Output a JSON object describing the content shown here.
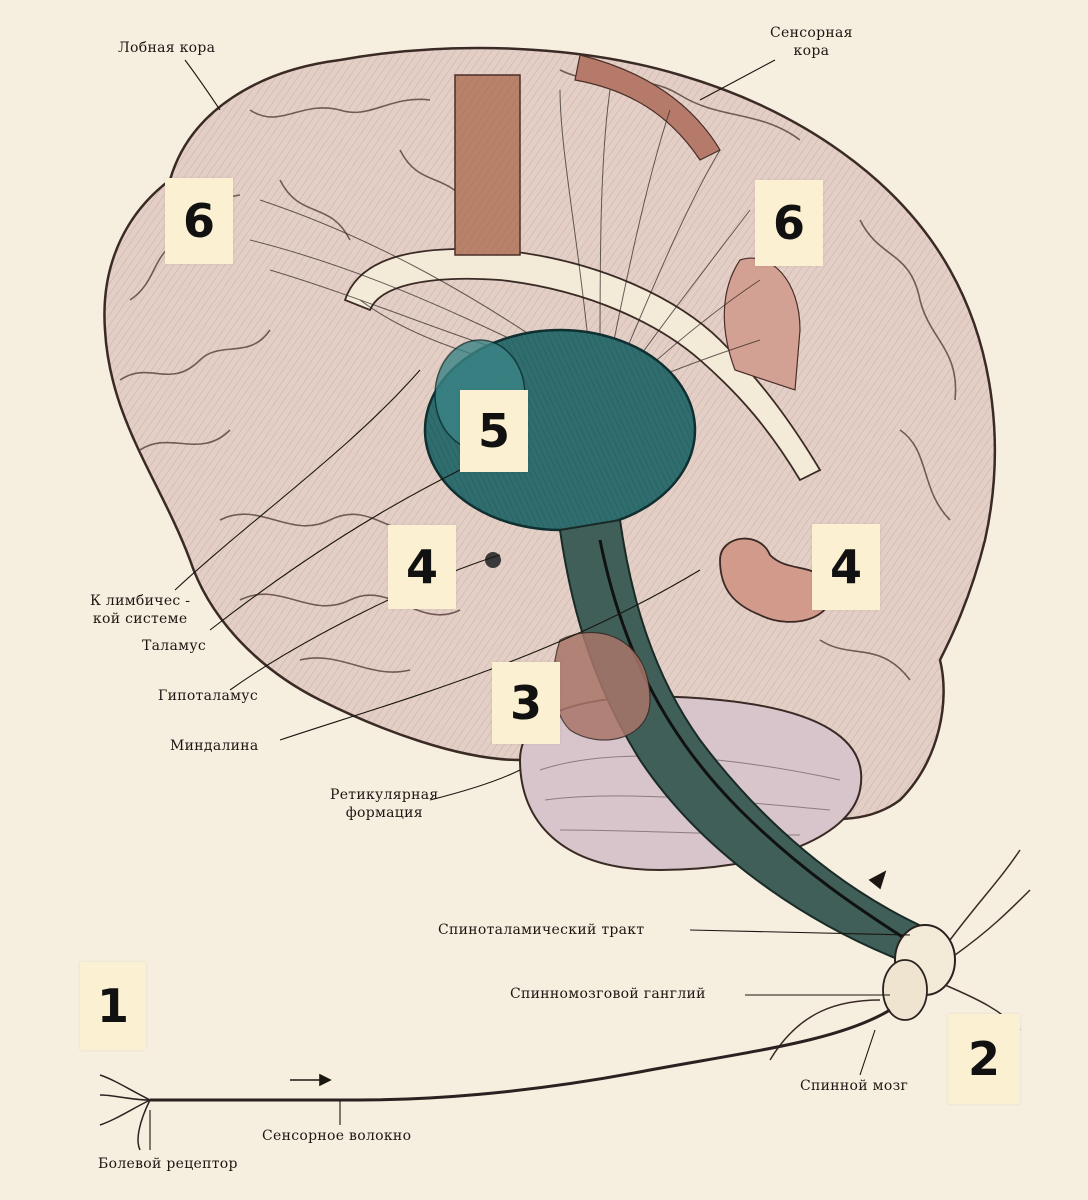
{
  "labels": {
    "frontal_cortex": "Лобная кора",
    "sensory_cortex": "Сенсорная\nкора",
    "limbic": "К лимбичес -\nкой системе",
    "thalamus": "Таламус",
    "hypothalamus": "Гипоталамус",
    "amygdala": "Миндалина",
    "reticular": "Ретикулярная\nформация",
    "spinothalamic": "Спиноталамический тракт",
    "ganglion": "Спинномозговой ганглий",
    "spinal_cord": "Спинной мозг",
    "sensory_fiber": "Сенсорное волокно",
    "pain_receptor": "Болевой рецептор"
  },
  "markers": {
    "m6_left": "6",
    "m6_right": "6",
    "m5": "5",
    "m4_left": "4",
    "m4_right": "4",
    "m3": "3",
    "m1": "1",
    "m2": "2"
  },
  "colors": {
    "background": "#f6efe0",
    "brain_fill": "#e4cfc6",
    "thalamus_fill": "#2f6d6e",
    "pathway_fill": "#b8826a",
    "marker_bg": "#fbf0d2"
  }
}
